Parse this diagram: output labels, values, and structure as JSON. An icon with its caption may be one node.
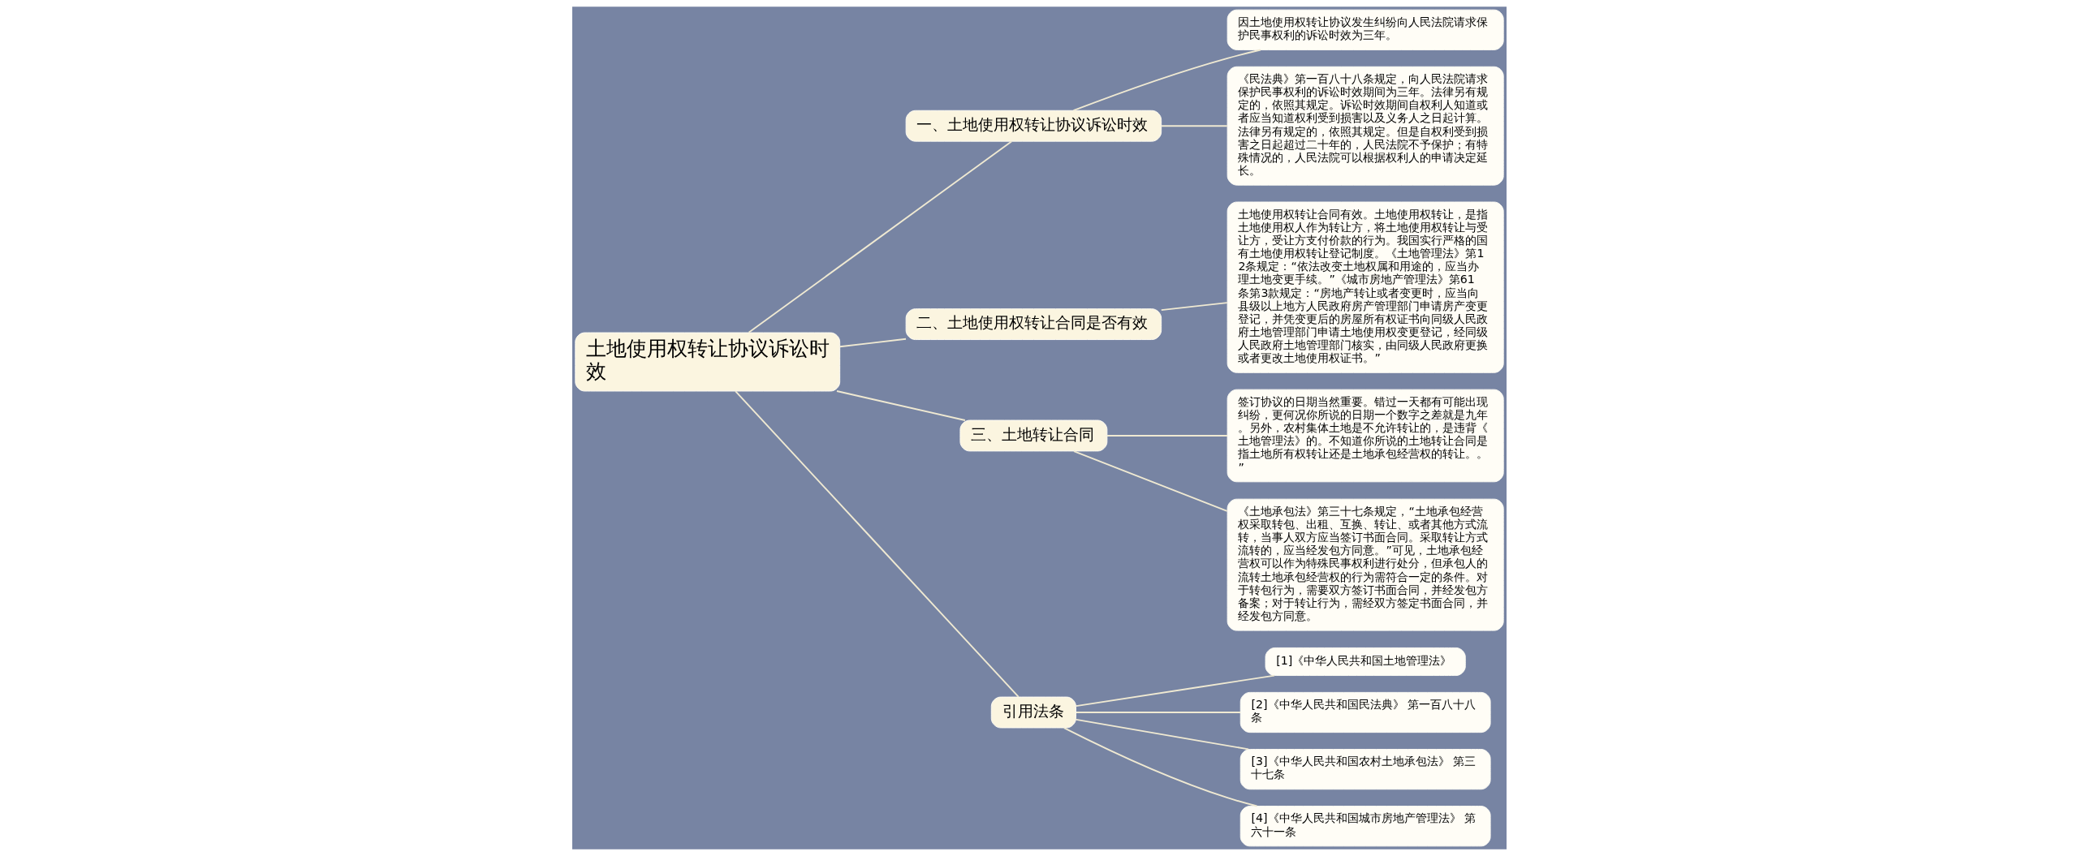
{
  "diagram": {
    "nodes": [
      {
        "text": [
          "土地使用权转让协议诉讼时效"
        ]
      },
      {
        "text": [
          "一、土地使用权转让协议诉讼时效"
        ]
      },
      {
        "text": [
          "因土地使用权转让协议发生纠纷向人民法院请求保护民事权利的诉讼时效为三年。"
        ]
      },
      {
        "text": [
          "《民法典》第一百八十八条规定，向人民法院请求保护民事权利的诉讼时效期间为三年。法律另有规定的，依照其规定。诉讼时效期间自权利人知道或者应当知道权利受到损害以及义务人之日起计算。法律另有规定的，依照其规定。但是自权利受到损害之日起超过二十年的，人民法院不予保护；有特殊情况的，人民法院可以根据权利人的申请决定延长。"
        ]
      },
      {
        "text": [
          "二、土地使用权转让合同是否有效"
        ]
      },
      {
        "text": [
          "土地使用权转让合同有效。土地使用权转让，是指土地使用权人作为转让方，将土地使用权转让与受让方，受让方支付价款的行为。我国实行严格的国有土地使用权转让登记制度。《土地管理法》第12条规定：“依法改变土地权属和用途的，应当办理土地变更手续。”《城市房地产管理法》第61条第3款规定：“房地产转让或者变更时，应当向县级以上地方人民政府房产管理部门申请房产变更登记，并凭变更后的房屋所有权证书向同级人民政府土地管理部门申请土地使用权变更登记，经同级人民政府土地管理部门核实，由同级人民政府更换或者更改土地使用权证书。”"
        ]
      },
      {
        "text": [
          "三、土地转让合同"
        ]
      },
      {
        "text": [
          "签订协议的日期当然重要。错过一天都有可能出现纠纷，更何况你所说的日期一个数字之差就是九年。另外，农村集体土地是不允许转让的，是违背《土地管理法》的。不知道你所说的土地转让合同是指土地所有权转让还是土地承包经营权的转让。。”"
        ]
      },
      {
        "text": [
          "《土地承包法》第三十七条规定，“土地承包经营权采取转包、出租、互换、转让、或者其他方式流转，当事人双方应当签订书面合同。采取转让方式流转的，应当经发包方同意。”可见，土地承包经营权可以作为特殊民事权利进行处分，但承包人的流转土地承包经营权的行为需符合一定的条件。对于转包行为，需要双方签订书面合同，并经发包方备案；对于转让行为，需经双方签定书面合同，并经发包方同意。"
        ]
      },
      {
        "text": [
          "引用法条"
        ]
      },
      {
        "text": [
          "[1]《中华人民共和国土地管理法》"
        ]
      },
      {
        "text": [
          "[2]《中华人民共和国民法典》 第一百八十八条"
        ]
      },
      {
        "text": [
          "[3]《中华人民共和国农村土地承包法》 第三十七条"
        ]
      },
      {
        "text": [
          "[4]《中华人民共和国城市房地产管理法》 第六十一条"
        ]
      }
    ],
    "edges": [
      {
        "from": 0,
        "to": 1,
        "arrow": "none"
      },
      {
        "from": 1,
        "to": 2,
        "arrow": "none"
      },
      {
        "from": 1,
        "to": 3,
        "arrow": "none"
      },
      {
        "from": 0,
        "to": 4,
        "arrow": "none"
      },
      {
        "from": 4,
        "to": 5,
        "arrow": "none"
      },
      {
        "from": 0,
        "to": 6,
        "arrow": "none"
      },
      {
        "from": 6,
        "to": 7,
        "arrow": "none"
      },
      {
        "from": 6,
        "to": 8,
        "arrow": "none"
      },
      {
        "from": 0,
        "to": 9,
        "arrow": "none"
      },
      {
        "from": 9,
        "to": 10,
        "arrow": "none"
      },
      {
        "from": 9,
        "to": 11,
        "arrow": "none"
      },
      {
        "from": 9,
        "to": 12,
        "arrow": "none"
      },
      {
        "from": 9,
        "to": 13,
        "arrow": "none"
      }
    ]
  }
}
